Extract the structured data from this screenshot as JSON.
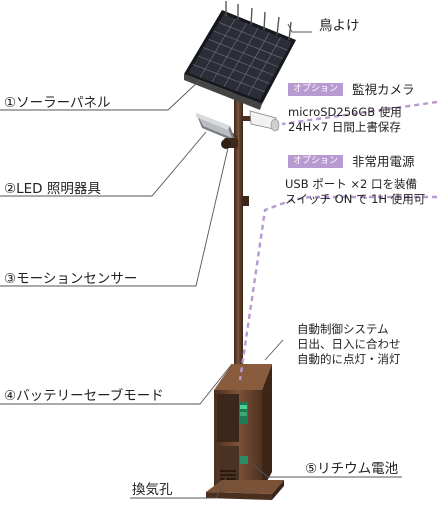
{
  "labels": {
    "bird_guard": "鳥よけ",
    "solar_panel": "①ソーラーパネル",
    "led_light": "②LED 照明器具",
    "motion_sensor": "③モーションセンサー",
    "battery_mode": "④バッテリーセーブモード",
    "lithium_battery": "⑤リチウム電池",
    "vent": "換気孔"
  },
  "camera": {
    "badge": "オプション",
    "title": "監視カメラ",
    "line1": "microSD256GB 使用",
    "line2": "24H×7 日間上書保存"
  },
  "power": {
    "badge": "オプション",
    "title": "非常用電源",
    "line1": "USB ポート ×2 口を装備",
    "line2": "スイッチ ON で 1H 使用可"
  },
  "auto_control": {
    "line1": "自動制御システム",
    "line2": "日出、日入に合わせ",
    "line3": "自動的に点灯・消灯"
  },
  "colors": {
    "pole": "#5a3a26",
    "cabinet": "#6b4631",
    "panel": "#23252c",
    "option_badge": "#b79ad2",
    "dashed_line": "#b79ad2"
  }
}
